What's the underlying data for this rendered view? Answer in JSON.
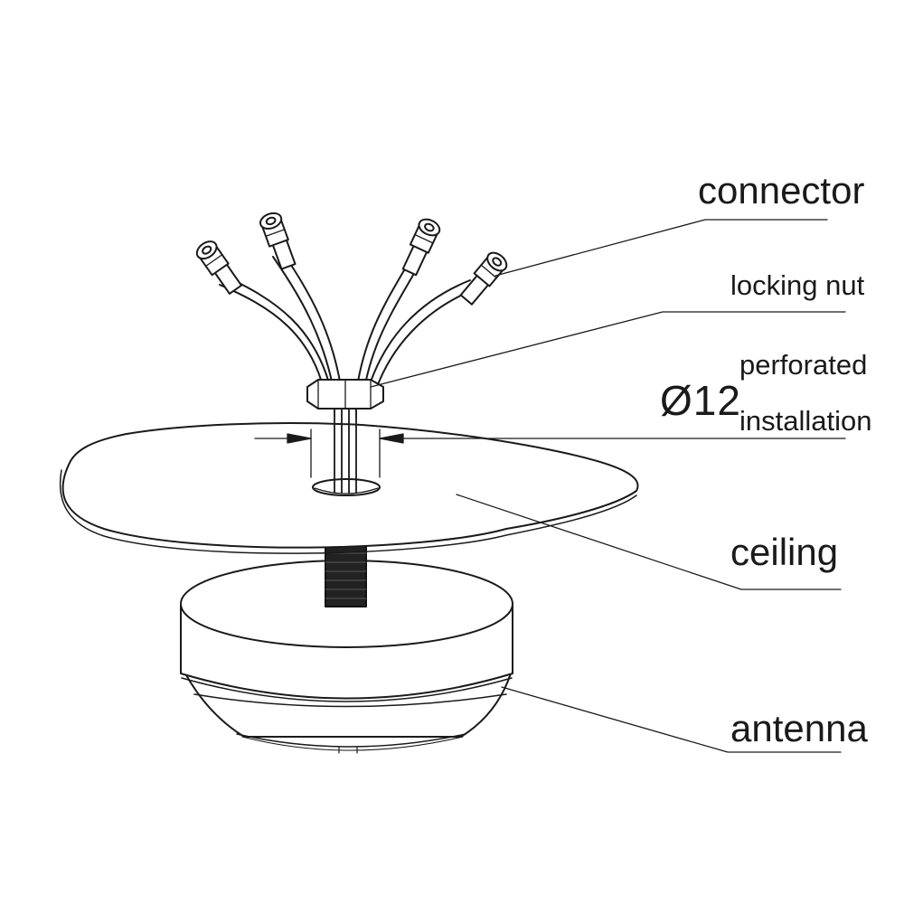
{
  "labels": {
    "connector": "connector",
    "locking_nut": "locking nut",
    "perforated": "perforated",
    "installation": "installation",
    "diameter": "Ø12",
    "ceiling": "ceiling",
    "antenna": "antenna"
  },
  "colors": {
    "line": "#1a1a1a",
    "fill": "#ffffff",
    "stem": "#222222"
  }
}
